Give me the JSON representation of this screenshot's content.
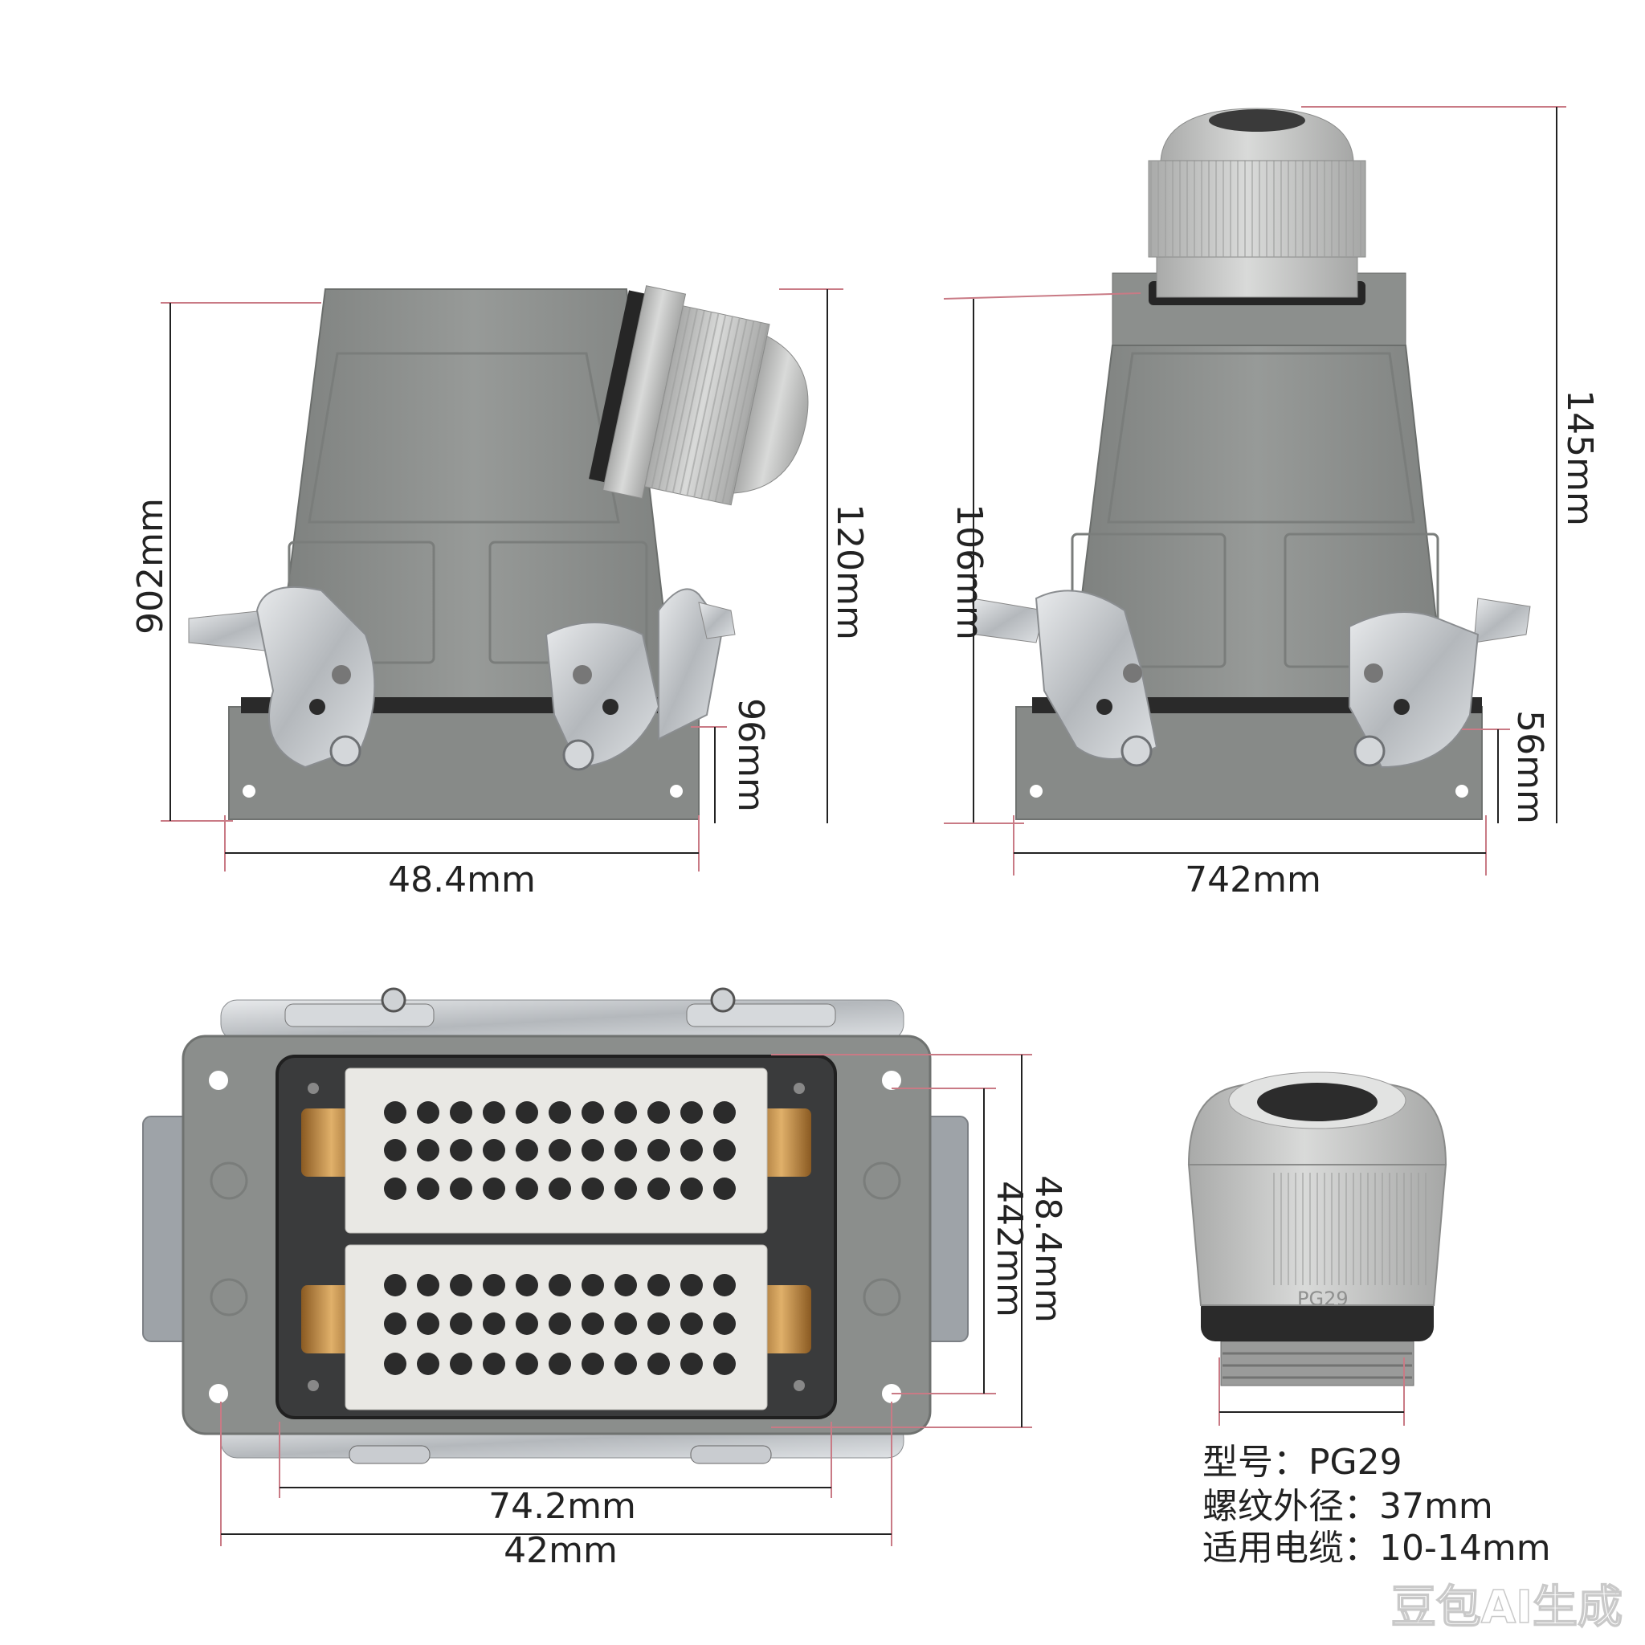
{
  "dimensions": {
    "side_view": {
      "height_left": "902mm",
      "height_right": "120mm",
      "base_height": "96mm",
      "width": "48.4mm"
    },
    "front_view": {
      "height_left": "106mm",
      "total_height": "145mm",
      "base_height": "56mm",
      "width": "742mm"
    },
    "bottom_view": {
      "outer_height": "48.4mm",
      "inner_height": "442mm",
      "inner_width": "74.2mm",
      "outer_width": "42mm"
    }
  },
  "cable_gland": {
    "marking": "PG29",
    "model_line": "型号：PG29",
    "thread_line": "螺纹外径：37mm",
    "cable_line": "适用电缆：10-14mm"
  },
  "watermark": "豆包AI生成",
  "colors": {
    "housing": "#8e918f",
    "gland": "#c8c9c8",
    "dimension_line": "#c97a85",
    "steel": "#c8ccd0",
    "brass": "#c8964a"
  }
}
